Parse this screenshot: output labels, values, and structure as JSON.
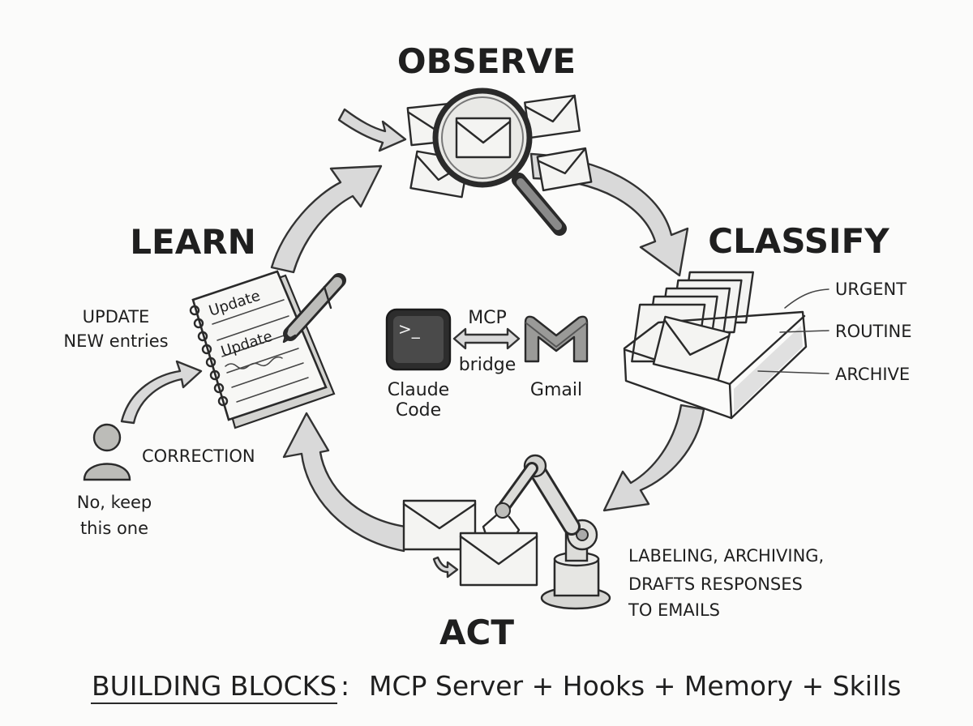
{
  "stages": {
    "observe": "OBSERVE",
    "classify": "CLASSIFY",
    "act": "ACT",
    "learn": "LEARN"
  },
  "classify_labels": {
    "urgent": "URGENT",
    "routine": "ROUTINE",
    "archive": "ARCHIVE"
  },
  "act_description": [
    "LABELING, ARCHIVING,",
    "DRAFTS RESPONSES",
    "TO EMAILS"
  ],
  "learn": {
    "update_label": [
      "UPDATE",
      "NEW entries"
    ],
    "notebook_entry_1": "Update",
    "notebook_entry_2": "Update",
    "correction_label": "CORRECTION",
    "user_quote": [
      "No, keep",
      "this one"
    ]
  },
  "center": {
    "left_label": [
      "Claude",
      "Code"
    ],
    "bridge_top": "MCP",
    "bridge_bottom": "bridge",
    "right_label": "Gmail",
    "terminal_prompt": ">_"
  },
  "footer": {
    "heading": "BUILDING BLOCKS",
    "separator": ":",
    "items": "MCP Server + Hooks + Memory + Skills"
  },
  "icons": [
    "magnifier-icon",
    "envelope-icon",
    "file-tray-icon",
    "robot-arm-icon",
    "notebook-icon",
    "pen-icon",
    "person-icon",
    "terminal-icon",
    "gmail-icon",
    "double-arrow-icon",
    "cycle-arrow-icon"
  ]
}
